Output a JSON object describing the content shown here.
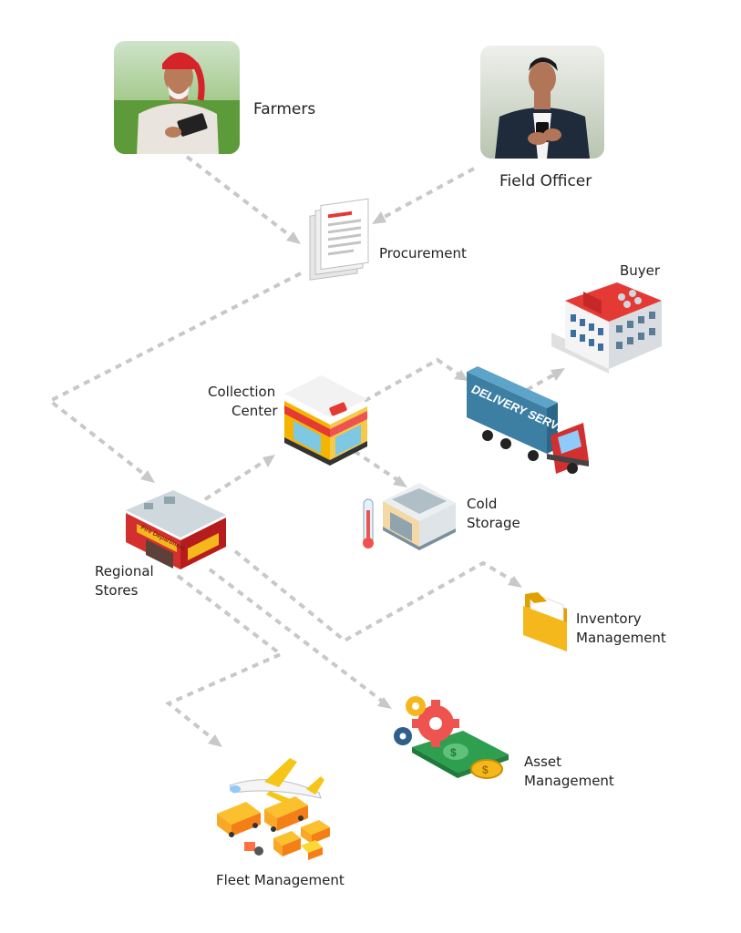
{
  "nodes": {
    "farmers": {
      "label": "Farmers",
      "icon": "farmer-photo-icon"
    },
    "field_officer": {
      "label": "Field Officer",
      "icon": "field-officer-photo-icon"
    },
    "procurement": {
      "label": "Procurement",
      "icon": "documents-icon"
    },
    "buyer": {
      "label": "Buyer",
      "icon": "office-building-icon"
    },
    "collection_center": {
      "line1": "Collection",
      "line2": "Center",
      "icon": "storefront-icon"
    },
    "delivery_truck": {
      "truck_text": "DELIVERY SERVICE",
      "icon": "delivery-truck-icon"
    },
    "cold_storage": {
      "line1": "Cold",
      "line2": "Storage",
      "icon": "cold-storage-icon"
    },
    "regional_stores": {
      "line1": "Regional",
      "line2": "Stores",
      "sign_text": "Fire Department",
      "icon": "warehouse-icon"
    },
    "inventory_management": {
      "line1": "Inventory",
      "line2": "Management",
      "icon": "folder-icon"
    },
    "asset_management": {
      "line1": "Asset",
      "line2": "Management",
      "icon": "gears-money-icon"
    },
    "fleet_management": {
      "label": "Fleet Management",
      "icon": "airplane-trucks-icon"
    }
  },
  "colors": {
    "connector": "#c8c8c8",
    "turban_red": "#d6232a",
    "roof_red": "#e53935",
    "truck_blue": "#3c7fa3",
    "folder_yellow": "#f5b81c",
    "money_green": "#2e9e4f"
  }
}
